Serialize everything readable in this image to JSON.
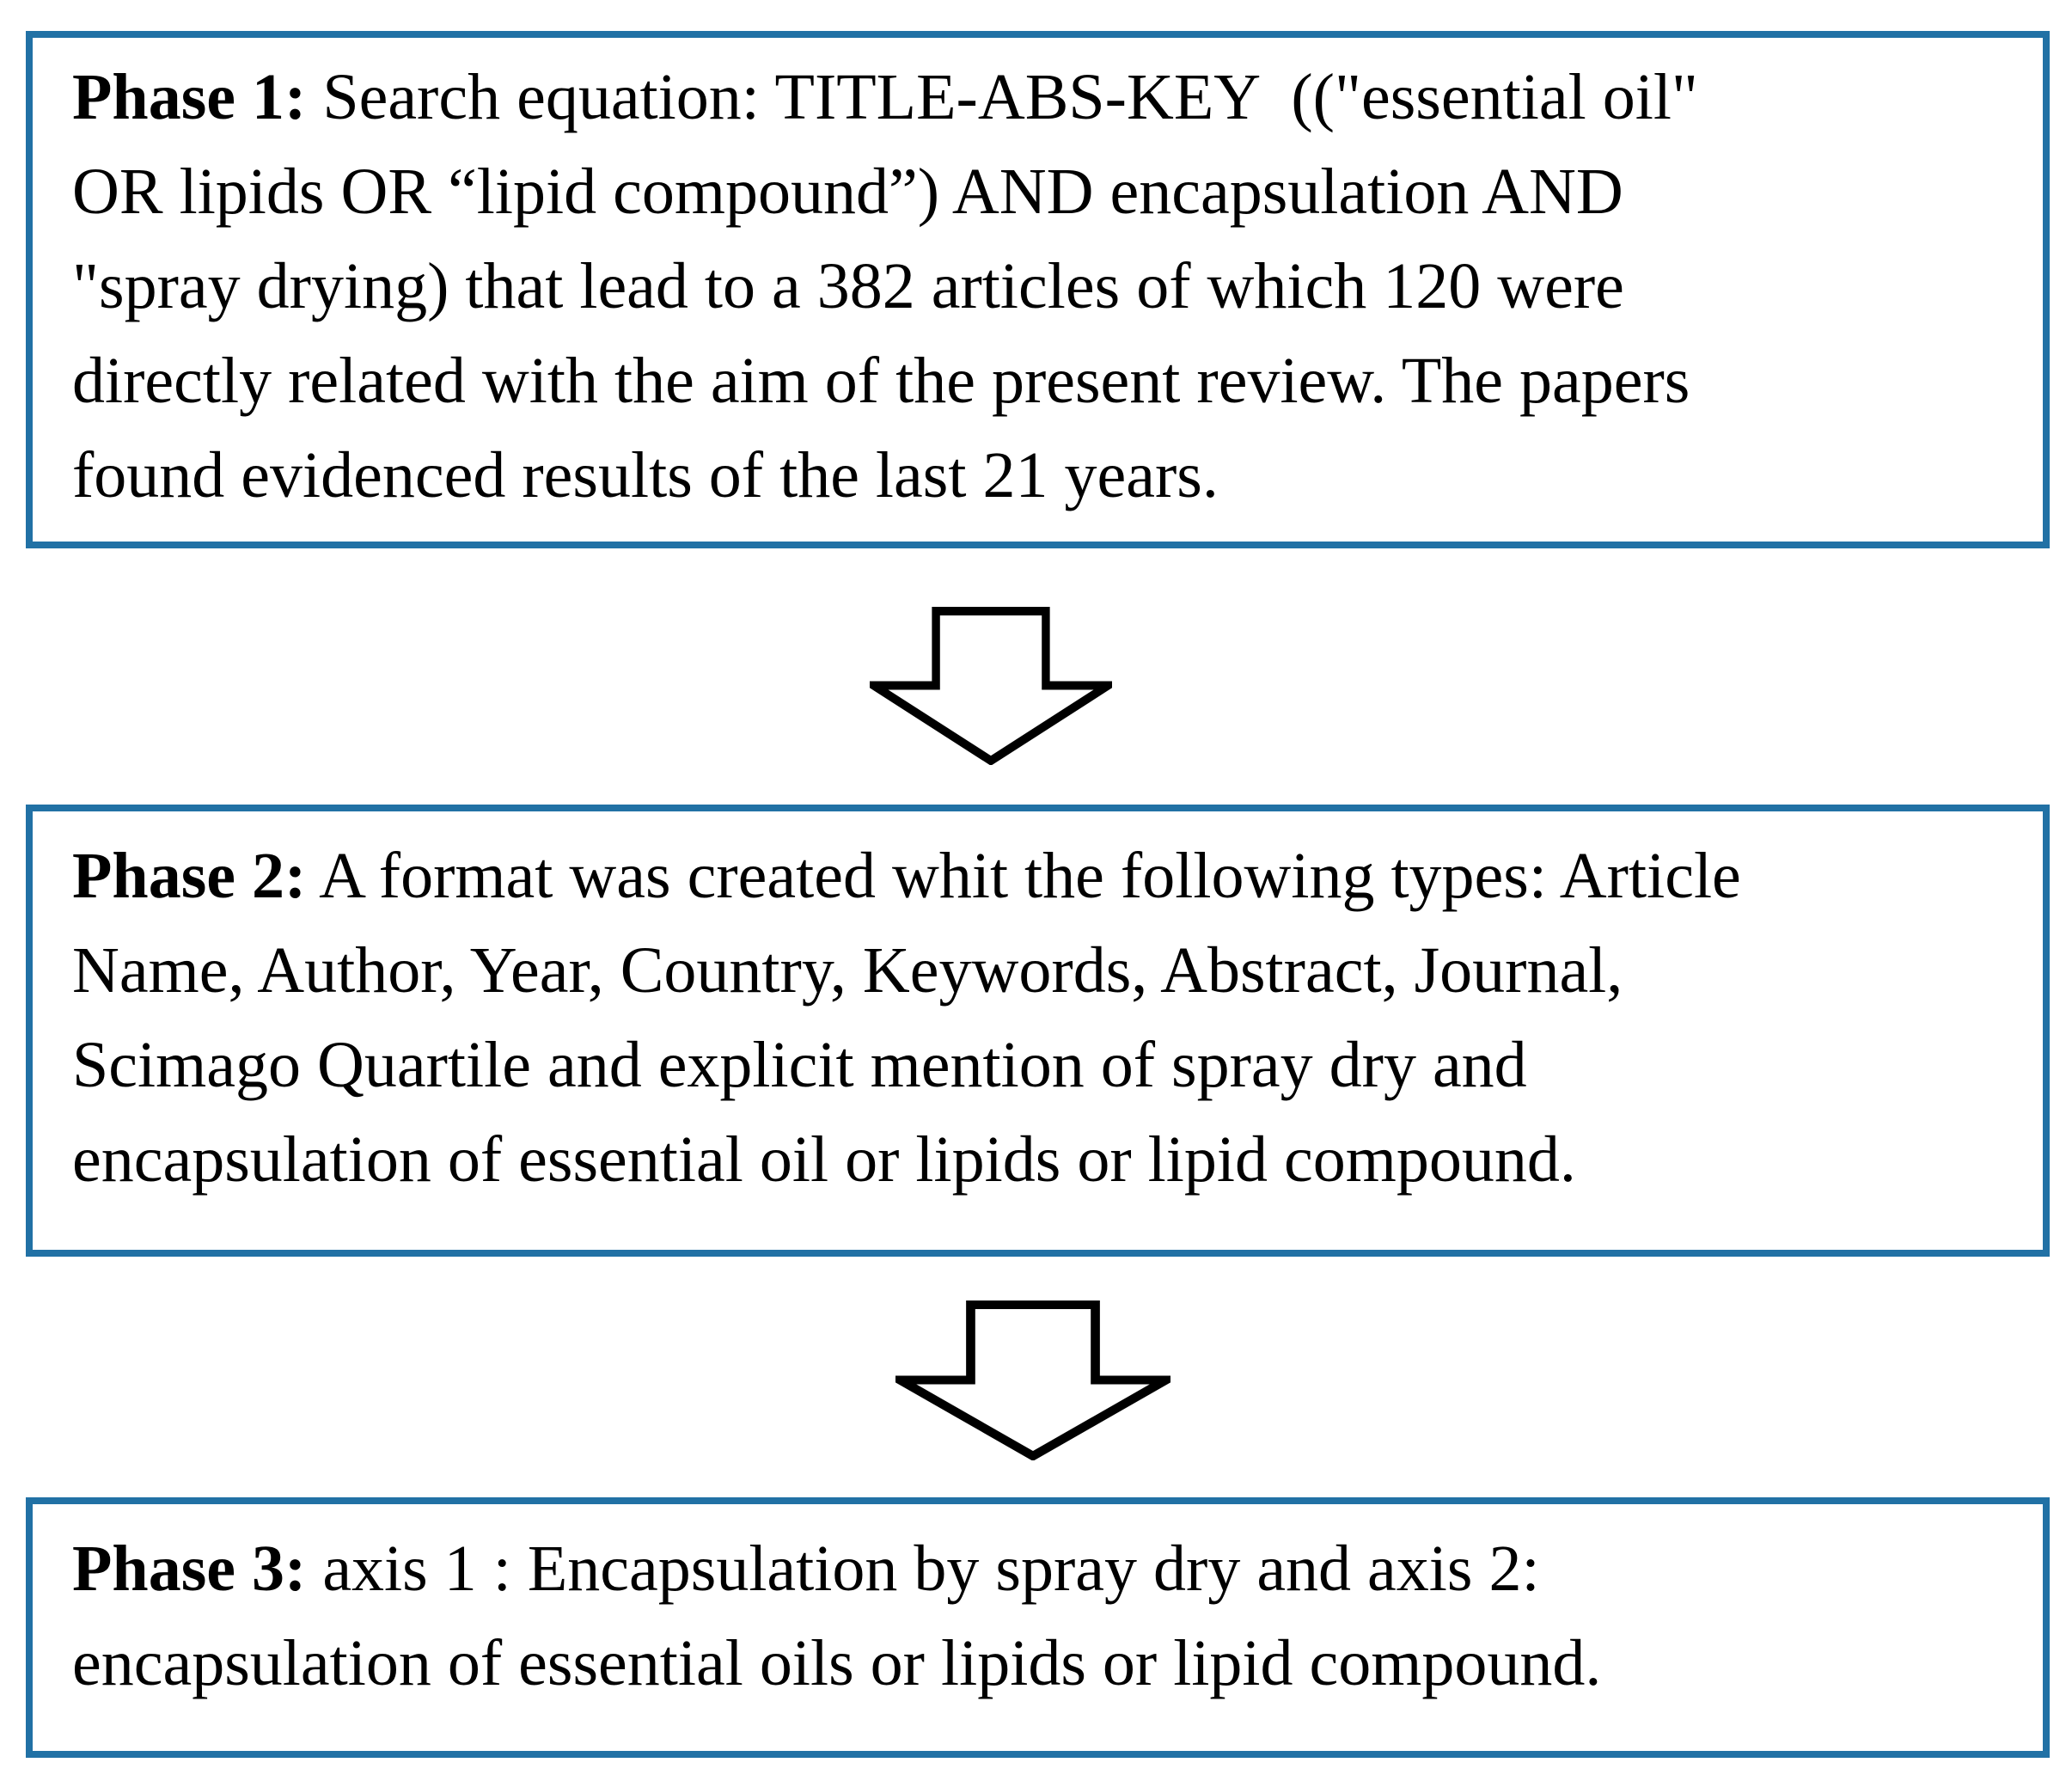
{
  "figure": {
    "type": "flowchart",
    "colors": {
      "box_border": "#2171A5",
      "arrow_outline": "#000000",
      "arrow_fill": "#ffffff",
      "background": "#ffffff",
      "text": "#000000"
    },
    "boxes": [
      {
        "id": "phase-1",
        "label": "Phase 1:",
        "lines": [
          " Search equation: TITLE-ABS-KEY  ((\"essential oil\"",
          "OR lipids OR “lipid compound”) AND encapsulation AND",
          "\"spray drying) that lead to a 382 articles of which 120 were",
          "directly related with the aim of the present review. The papers",
          "found evidenced results of the last 21 years."
        ]
      },
      {
        "id": "phase-2",
        "label": "Phase 2:",
        "lines": [
          " A format was created whit the following types: Article",
          "Name, Author, Year, Country, Keywords, Abstract, Journal,",
          "Scimago Quartile and explicit mention of spray dry and",
          "encapsulation of essential oil or lipids or lipid compound."
        ]
      },
      {
        "id": "phase-3",
        "label": "Phase 3:",
        "lines": [
          " axis 1 : Encapsulation by spray dry and axis 2:",
          "encapsulation of essential oils or lipids or lipid compound."
        ]
      }
    ],
    "arrows": [
      {
        "icon": "down-block-arrow-icon"
      },
      {
        "icon": "down-block-arrow-icon"
      }
    ]
  }
}
